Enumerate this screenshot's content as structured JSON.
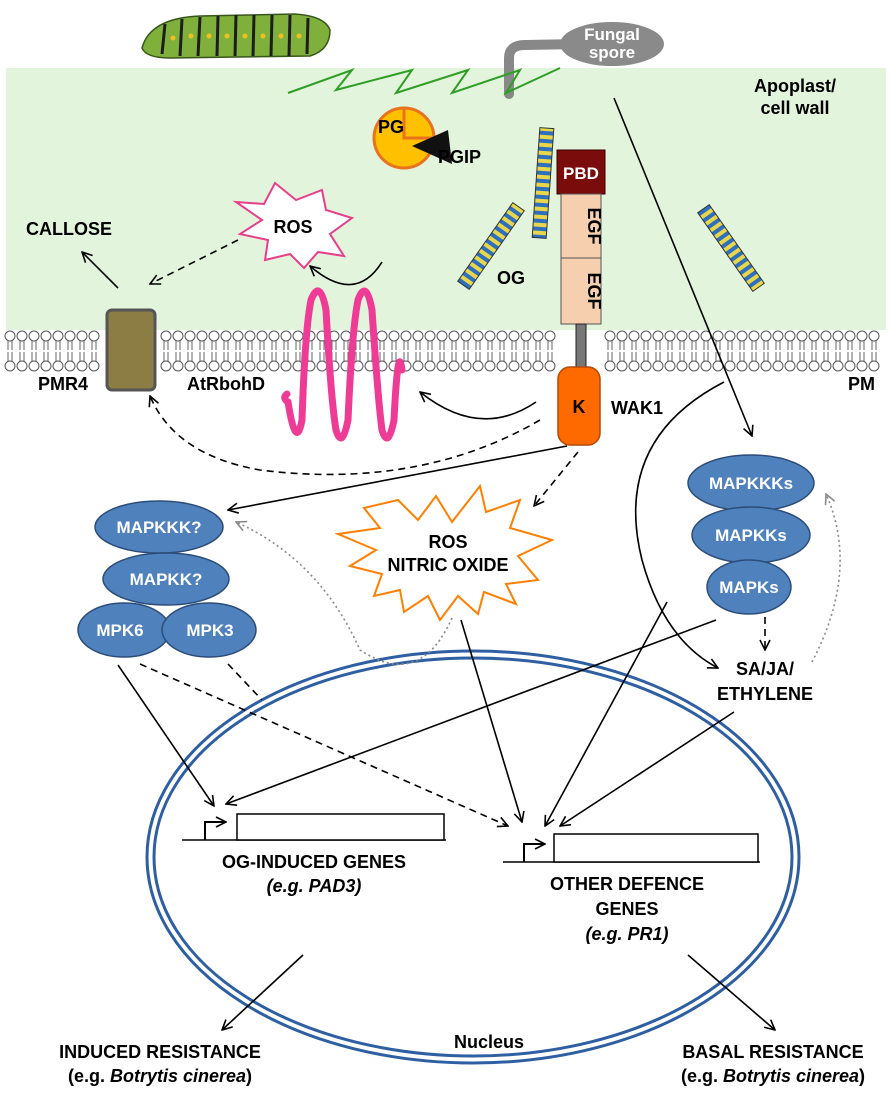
{
  "labels": {
    "fungal_spore_1": "Fungal",
    "fungal_spore_2": "spore",
    "apoplast_1": "Apoplast/",
    "apoplast_2": "cell wall",
    "pg": "PG",
    "pgip": "PGIP",
    "pbd": "PBD",
    "egf_1": "EGF",
    "egf_2": "EGF",
    "og": "OG",
    "ros_top": "ROS",
    "callose": "CALLOSE",
    "pmr4": "PMR4",
    "atrbohd": "AtRbohD",
    "kinase": "K",
    "wak1": "WAK1",
    "pm": "PM",
    "mapkkk_q": "MAPKKK?",
    "mapkk_q": "MAPKK?",
    "mpk6": "MPK6",
    "mpk3": "MPK3",
    "ros_center_1": "ROS",
    "ros_center_2": "NITRIC OXIDE",
    "mapkkks": "MAPKKKs",
    "mapkks": "MAPKKs",
    "mapks": "MAPKs",
    "sa_ja_1": "SA/JA/",
    "sa_ja_2": "ETHYLENE",
    "og_genes": "OG-INDUCED GENES",
    "og_genes_eg": "(e.g. PAD3)",
    "other_genes_1": "OTHER DEFENCE",
    "other_genes_2": "GENES",
    "other_genes_eg": "(e.g. PR1)",
    "nucleus": "Nucleus",
    "induced_resistance": "INDUCED RESISTANCE",
    "induced_eg_prefix": "(e.g. ",
    "induced_eg_species": "Botrytis cinerea",
    "induced_eg_suffix": ")",
    "basal_resistance": "BASAL RESISTANCE",
    "basal_eg_prefix": "(e.g. ",
    "basal_eg_species": "Botrytis cinerea",
    "basal_eg_suffix": ")"
  },
  "colors": {
    "apoplast": "#e3f4dc",
    "kinase_cascade": "#4f81bd",
    "nucleus_outline": "#2e5fa3",
    "pbd": "#7b0c0c",
    "egf": "#f6cfae",
    "kinase": "#ff6a00",
    "pmr4": "#8c7d45",
    "atrbohd": "#ee3c96",
    "ros_outline_center": "#ff7f00",
    "ros_outline_top": "#e83e8c",
    "pg": "#ffc000",
    "zigzag": "#2e9e25"
  },
  "icons": {
    "caterpillar": "caterpillar-illustration",
    "fungal_spore": "fungal-spore-illustration"
  }
}
